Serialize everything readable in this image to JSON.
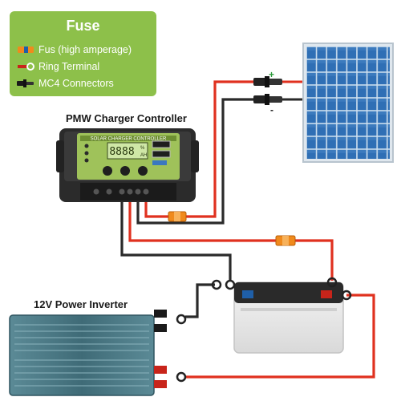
{
  "legend": {
    "title": "Fuse",
    "items": [
      {
        "label": "Fus (high amperage)",
        "icon": "fuse-icon"
      },
      {
        "label": "Ring Terminal",
        "icon": "ring-terminal-icon"
      },
      {
        "label": "MC4 Connectors",
        "icon": "mc4-connector-icon"
      }
    ]
  },
  "controller": {
    "label": "PMW Charger Controller",
    "panel_text": "SOLAR CHARGER CONTROLLER",
    "display_text": "8888",
    "display_unit_1": "%",
    "display_unit_2": "AH"
  },
  "inverter": {
    "label": "12V Power Inverter"
  },
  "panel_polarity": {
    "positive": "+",
    "negative": "-"
  },
  "colors": {
    "legend_bg": "#8dc04a",
    "wire_red": "#e0311f",
    "wire_black": "#2a2a2a",
    "fuse": "#f08a1c",
    "panel_cell": "#2f6fb5",
    "controller_face": "#9fc25a",
    "inverter_body": "#4a7a86"
  }
}
